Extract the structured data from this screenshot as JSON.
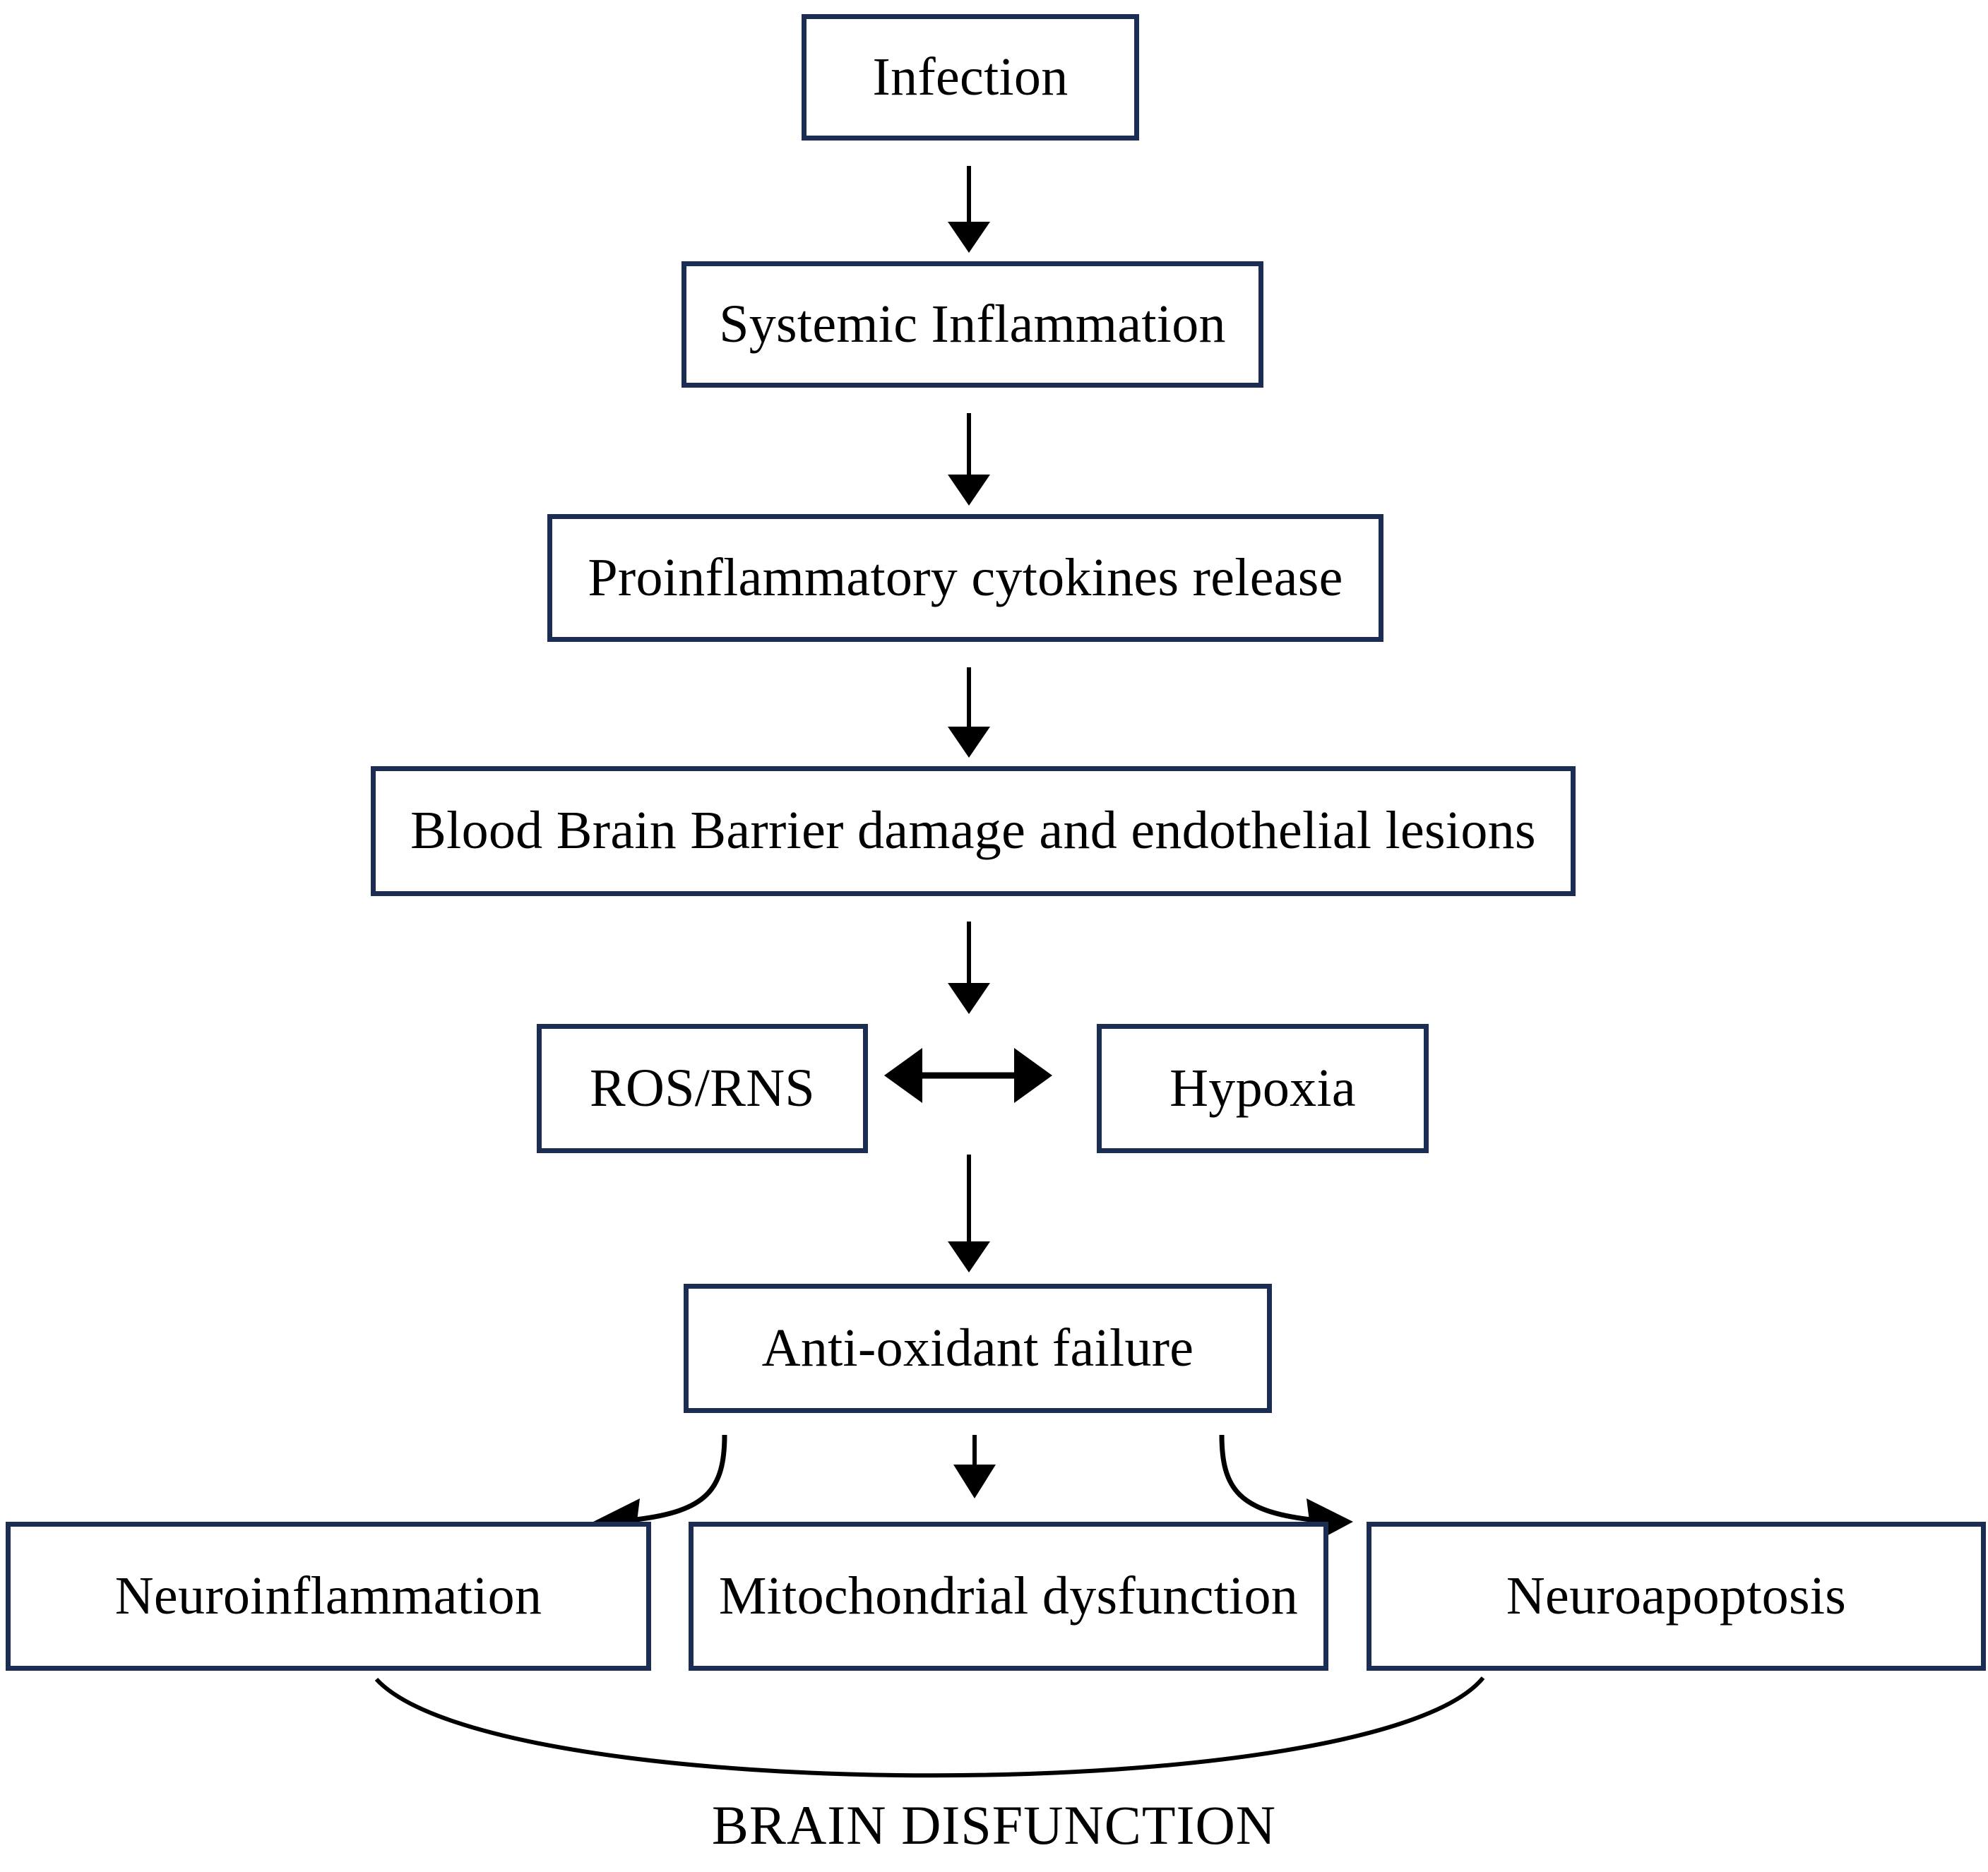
{
  "diagram": {
    "title": "BRAIN DISFUNCTION",
    "colors": {
      "box_border": "#1b2d52",
      "box_fill": "#ffffff",
      "text": "#000000",
      "arrow": "#000000",
      "background": "#ffffff"
    },
    "nodes": [
      {
        "id": "infection",
        "label": "Infection"
      },
      {
        "id": "systemic",
        "label": "Systemic Inflammation"
      },
      {
        "id": "cytokines",
        "label": "Proinflammatory cytokines release"
      },
      {
        "id": "bbb",
        "label": "Blood Brain Barrier damage and endothelial lesions"
      },
      {
        "id": "ros",
        "label": "ROS/RNS"
      },
      {
        "id": "hypoxia",
        "label": "Hypoxia"
      },
      {
        "id": "antioxidant",
        "label": "Anti-oxidant failure"
      },
      {
        "id": "neuroinflammation",
        "label": "Neuroinflammation"
      },
      {
        "id": "mitochondrial",
        "label": "Mitochondrial dysfunction"
      },
      {
        "id": "neuroapoptosis",
        "label": "Neuroapoptosis"
      }
    ],
    "edges": [
      {
        "from": "infection",
        "to": "systemic",
        "type": "straight-down"
      },
      {
        "from": "systemic",
        "to": "cytokines",
        "type": "straight-down"
      },
      {
        "from": "cytokines",
        "to": "bbb",
        "type": "straight-down"
      },
      {
        "from": "bbb",
        "to": "ros",
        "type": "straight-down"
      },
      {
        "from": "ros",
        "to": "hypoxia",
        "type": "bidirectional"
      },
      {
        "from": "ros",
        "to": "antioxidant",
        "type": "straight-down"
      },
      {
        "from": "antioxidant",
        "to": "neuroinflammation",
        "type": "curve-left"
      },
      {
        "from": "antioxidant",
        "to": "mitochondrial",
        "type": "straight-down"
      },
      {
        "from": "antioxidant",
        "to": "neuroapoptosis",
        "type": "curve-right"
      },
      {
        "from": "neuroinflammation",
        "to": "neuroapoptosis",
        "type": "arc-bottom"
      }
    ],
    "caption": "BRAIN DISFUNCTION"
  }
}
